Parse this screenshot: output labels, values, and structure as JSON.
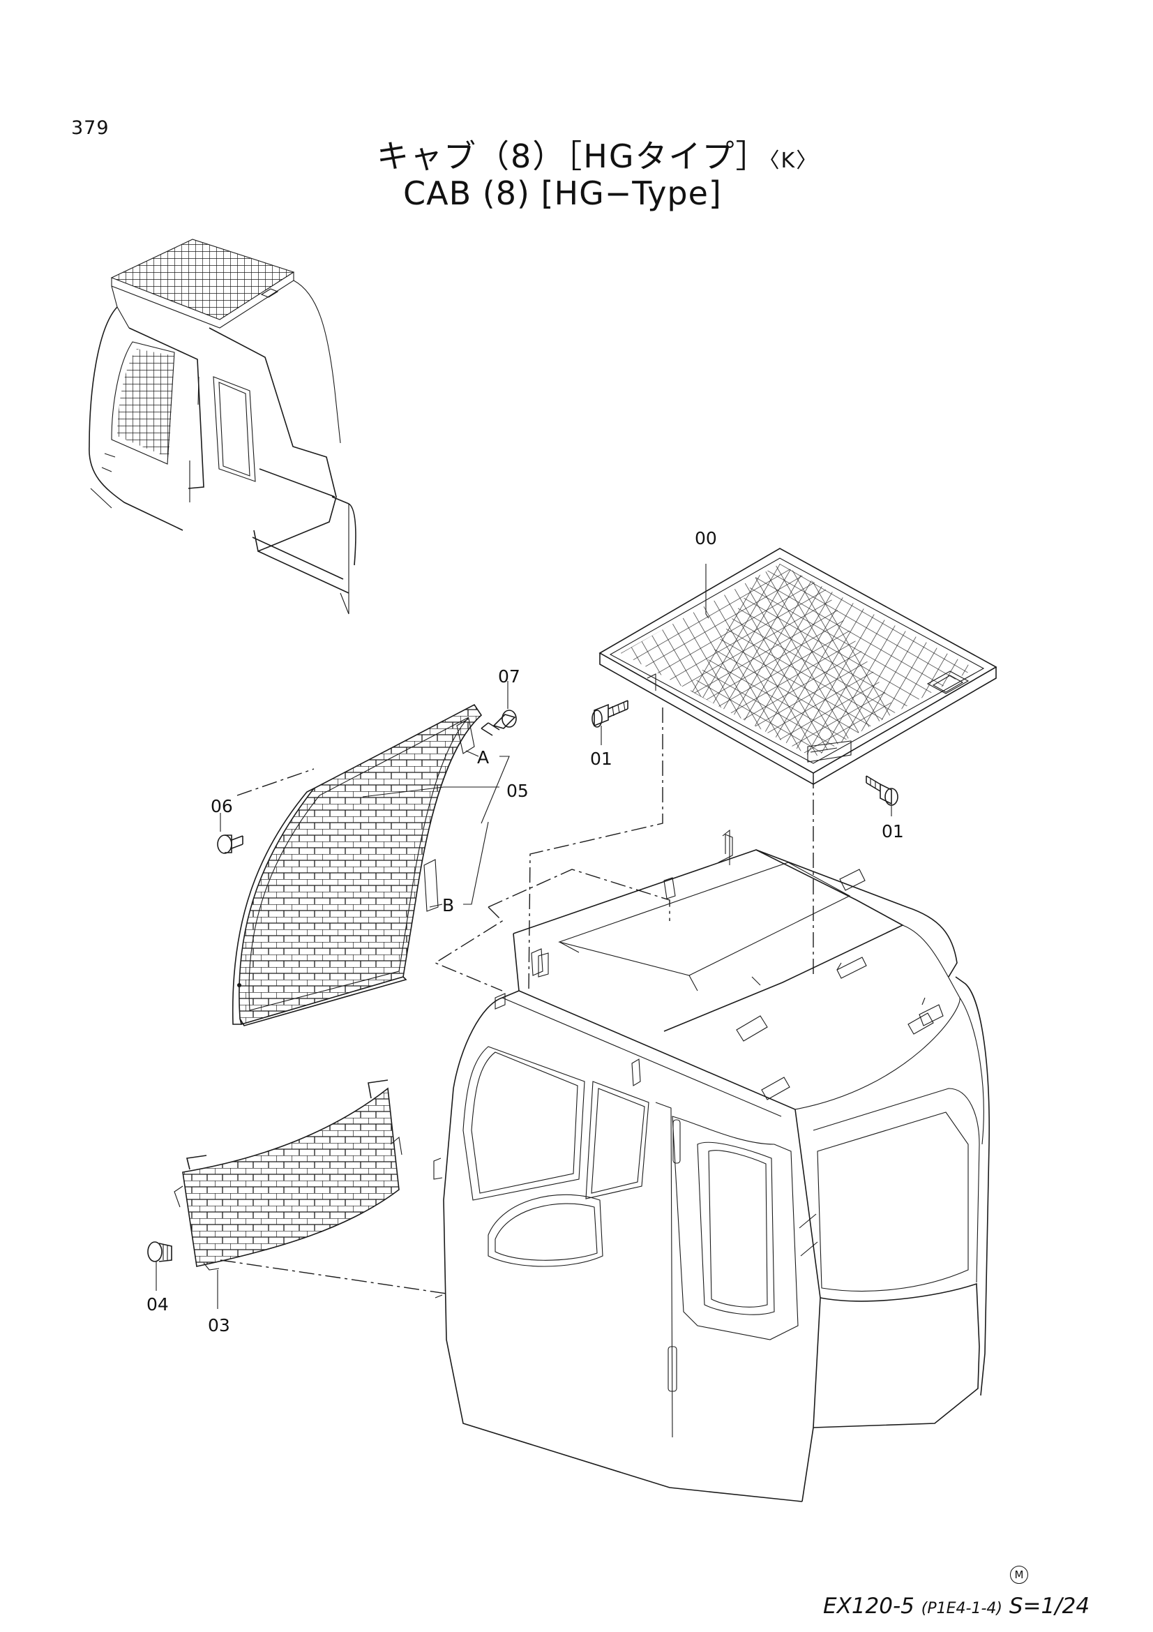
{
  "page_number": "379",
  "title_jp": "キャブ（8）［HGタイプ］",
  "title_jp_suffix": "〈K〉",
  "title_en": "CAB (8) [HG−Type]",
  "callouts": {
    "c00": "00",
    "c01a": "01",
    "c01b": "01",
    "c03": "03",
    "c04": "04",
    "c05": "05",
    "c06": "06",
    "c07": "07",
    "cA": "A",
    "cB": "B"
  },
  "footer": {
    "mark": "M",
    "model": "EX120-5",
    "ref": "(P1E4-1-4)",
    "scale": "S=1/24"
  }
}
